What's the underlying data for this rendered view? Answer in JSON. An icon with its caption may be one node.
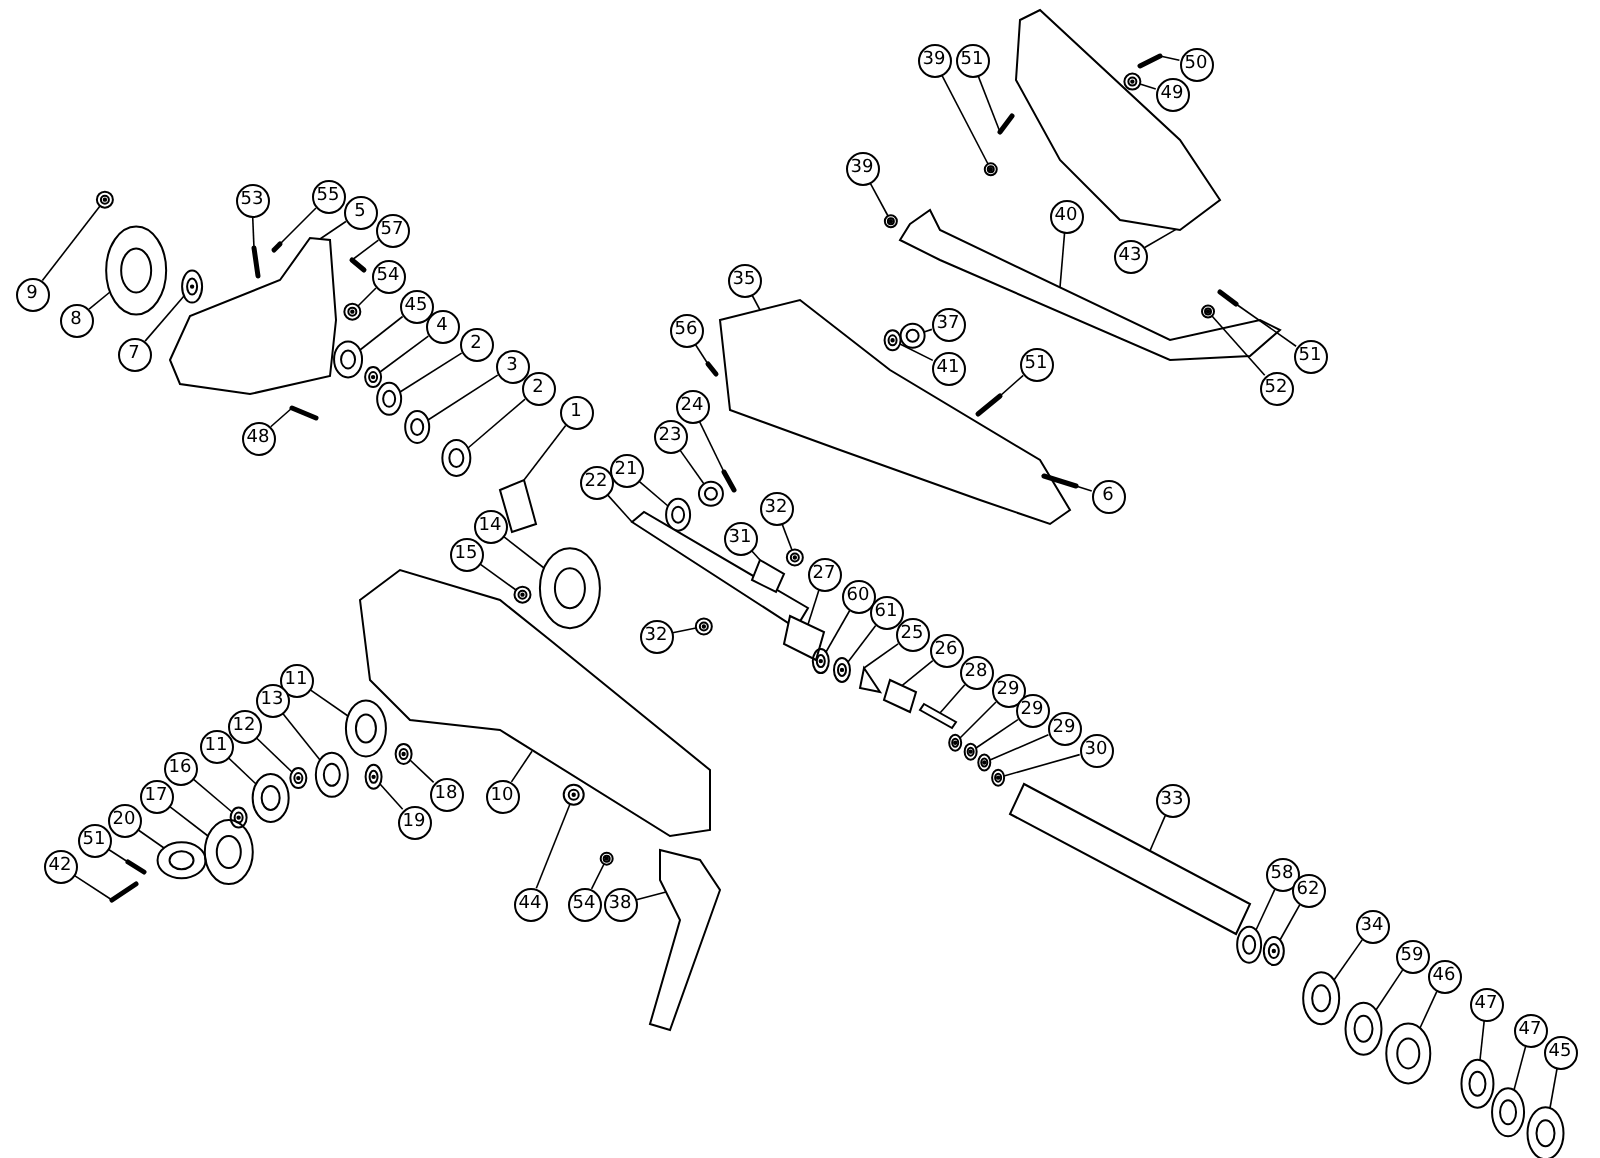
{
  "diagram": {
    "nodes": [
      {
        "text": [
          "9"
        ]
      },
      {
        "text": [
          "8"
        ]
      },
      {
        "text": [
          "7"
        ]
      },
      {
        "text": [
          "53"
        ]
      },
      {
        "text": [
          "55"
        ]
      },
      {
        "text": [
          "5"
        ]
      },
      {
        "text": [
          "57"
        ]
      },
      {
        "text": [
          "54"
        ]
      },
      {
        "text": [
          "45"
        ]
      },
      {
        "text": [
          "4"
        ]
      },
      {
        "text": [
          "2"
        ]
      },
      {
        "text": [
          "3"
        ]
      },
      {
        "text": [
          "2"
        ]
      },
      {
        "text": [
          "1"
        ]
      },
      {
        "text": [
          "48"
        ]
      },
      {
        "text": [
          "14"
        ]
      },
      {
        "text": [
          "15"
        ]
      },
      {
        "text": [
          "39"
        ]
      },
      {
        "text": [
          "51"
        ]
      },
      {
        "text": [
          "50"
        ]
      },
      {
        "text": [
          "49"
        ]
      },
      {
        "text": [
          "39"
        ]
      },
      {
        "text": [
          "40"
        ]
      },
      {
        "text": [
          "43"
        ]
      },
      {
        "text": [
          "51"
        ]
      },
      {
        "text": [
          "52"
        ]
      },
      {
        "text": [
          "35"
        ]
      },
      {
        "text": [
          "56"
        ]
      },
      {
        "text": [
          "37"
        ]
      },
      {
        "text": [
          "41"
        ]
      },
      {
        "text": [
          "51"
        ]
      },
      {
        "text": [
          "24"
        ]
      },
      {
        "text": [
          "23"
        ]
      },
      {
        "text": [
          "21"
        ]
      },
      {
        "text": [
          "22"
        ]
      },
      {
        "text": [
          "6"
        ]
      },
      {
        "text": [
          "32"
        ]
      },
      {
        "text": [
          "31"
        ]
      },
      {
        "text": [
          "32"
        ]
      },
      {
        "text": [
          "27"
        ]
      },
      {
        "text": [
          "60"
        ]
      },
      {
        "text": [
          "61"
        ]
      },
      {
        "text": [
          "25"
        ]
      },
      {
        "text": [
          "26"
        ]
      },
      {
        "text": [
          "28"
        ]
      },
      {
        "text": [
          "29"
        ]
      },
      {
        "text": [
          "29"
        ]
      },
      {
        "text": [
          "29"
        ]
      },
      {
        "text": [
          "30"
        ]
      },
      {
        "text": [
          "33"
        ]
      },
      {
        "text": [
          "11"
        ]
      },
      {
        "text": [
          "13"
        ]
      },
      {
        "text": [
          "12"
        ]
      },
      {
        "text": [
          "11"
        ]
      },
      {
        "text": [
          "16"
        ]
      },
      {
        "text": [
          "17"
        ]
      },
      {
        "text": [
          "20"
        ]
      },
      {
        "text": [
          "51"
        ]
      },
      {
        "text": [
          "42"
        ]
      },
      {
        "text": [
          "18"
        ]
      },
      {
        "text": [
          "10"
        ]
      },
      {
        "text": [
          "19"
        ]
      },
      {
        "text": [
          "44"
        ]
      },
      {
        "text": [
          "54"
        ]
      },
      {
        "text": [
          "38"
        ]
      },
      {
        "text": [
          "58"
        ]
      },
      {
        "text": [
          "62"
        ]
      },
      {
        "text": [
          "34"
        ]
      },
      {
        "text": [
          "59"
        ]
      },
      {
        "text": [
          "46"
        ]
      },
      {
        "text": [
          "47"
        ]
      },
      {
        "text": [
          "47"
        ]
      },
      {
        "text": [
          "45"
        ]
      },
      {
        "text": [],
        "shape": "picture"
      },
      {
        "text": [],
        "shape": "picture"
      },
      {
        "text": [],
        "shape": "picture"
      },
      {
        "text": [],
        "shape": "picture"
      },
      {
        "text": [],
        "shape": "picture"
      },
      {
        "text": [],
        "shape": "picture"
      },
      {
        "text": [],
        "shape": "picture"
      },
      {
        "text": [],
        "shape": "picture"
      },
      {
        "text": [],
        "shape": "picture"
      },
      {
        "text": [],
        "shape": "picture"
      },
      {
        "text": [],
        "shape": "picture"
      },
      {
        "text": [],
        "shape": "picture"
      },
      {
        "text": [],
        "shape": "picture"
      },
      {
        "text": [],
        "shape": "picture"
      },
      {
        "text": [],
        "shape": "picture"
      },
      {
        "text": [],
        "shape": "picture"
      },
      {
        "text": [],
        "shape": "picture"
      },
      {
        "text": [],
        "shape": "picture"
      },
      {
        "text": [],
        "shape": "picture"
      },
      {
        "text": [],
        "shape": "picture"
      },
      {
        "text": [],
        "shape": "picture"
      },
      {
        "text": [],
        "shape": "picture"
      },
      {
        "text": [],
        "shape": "picture"
      },
      {
        "text": [],
        "shape": "picture"
      },
      {
        "text": [],
        "shape": "picture"
      },
      {
        "text": [],
        "shape": "picture"
      },
      {
        "text": [],
        "shape": "picture"
      },
      {
        "text": [],
        "shape": "picture"
      },
      {
        "text": [],
        "shape": "picture"
      },
      {
        "text": [],
        "shape": "picture"
      },
      {
        "text": [],
        "shape": "picture"
      },
      {
        "text": [],
        "shape": "picture"
      },
      {
        "text": [],
        "shape": "picture"
      },
      {
        "text": [],
        "shape": "picture"
      },
      {
        "text": [],
        "shape": "picture"
      },
      {
        "text": [],
        "shape": "picture"
      },
      {
        "text": [],
        "shape": "picture"
      },
      {
        "text": [],
        "shape": "picture"
      },
      {
        "text": [],
        "shape": "picture"
      },
      {
        "text": [],
        "shape": "picture"
      },
      {
        "text": [],
        "shape": "picture"
      },
      {
        "text": [],
        "shape": "picture"
      },
      {
        "text": [],
        "shape": "picture"
      },
      {
        "text": [],
        "shape": "picture"
      },
      {
        "text": [],
        "shape": "picture"
      },
      {
        "text": [],
        "shape": "picture"
      },
      {
        "text": [],
        "shape": "picture"
      },
      {
        "text": [],
        "shape": "picture"
      },
      {
        "text": [],
        "shape": "picture"
      },
      {
        "text": [],
        "shape": "picture"
      },
      {
        "text": [],
        "shape": "picture"
      },
      {
        "text": [],
        "shape": "picture"
      },
      {
        "text": [],
        "shape": "picture"
      },
      {
        "text": [],
        "shape": "picture"
      },
      {
        "text": [],
        "shape": "picture"
      },
      {
        "text": [],
        "shape": "picture"
      },
      {
        "text": [],
        "shape": "picture"
      },
      {
        "text": [],
        "shape": "picture"
      },
      {
        "text": [],
        "shape": "picture"
      },
      {
        "text": [],
        "shape": "picture"
      },
      {
        "text": [],
        "shape": "picture"
      },
      {
        "text": [],
        "shape": "picture"
      },
      {
        "text": [],
        "shape": "picture"
      },
      {
        "text": [],
        "shape": "picture"
      },
      {
        "text": [],
        "shape": "picture"
      },
      {
        "text": [],
        "shape": "picture"
      },
      {
        "text": [],
        "shape": "picture"
      },
      {
        "text": [],
        "shape": "picture"
      },
      {
        "text": [],
        "shape": "picture"
      },
      {
        "text": [],
        "shape": "picture"
      },
      {
        "text": [],
        "shape": "picture"
      },
      {
        "text": [],
        "shape": "picture"
      },
      {
        "text": [],
        "shape": "picture"
      }
    ],
    "edges": [
      {
        "from": 0,
        "to": 73,
        "arrow": "none"
      },
      {
        "from": 1,
        "to": 74,
        "arrow": "none"
      },
      {
        "from": 2,
        "to": 75,
        "arrow": "none"
      },
      {
        "from": 3,
        "to": 76,
        "arrow": "none"
      },
      {
        "from": 4,
        "to": 77,
        "arrow": "none"
      },
      {
        "from": 5,
        "to": 78,
        "arrow": "none"
      },
      {
        "from": 6,
        "to": 79,
        "arrow": "none"
      },
      {
        "from": 7,
        "to": 80,
        "arrow": "none"
      },
      {
        "from": 8,
        "to": 81,
        "arrow": "none"
      },
      {
        "from": 9,
        "to": 82,
        "arrow": "none"
      },
      {
        "from": 10,
        "to": 83,
        "arrow": "none"
      },
      {
        "from": 11,
        "to": 84,
        "arrow": "none"
      },
      {
        "from": 12,
        "to": 85,
        "arrow": "none"
      },
      {
        "from": 13,
        "to": 86,
        "arrow": "none"
      },
      {
        "from": 14,
        "to": 87,
        "arrow": "none"
      },
      {
        "from": 15,
        "to": 88,
        "arrow": "none"
      },
      {
        "from": 16,
        "to": 89,
        "arrow": "none"
      },
      {
        "from": 17,
        "to": 90,
        "arrow": "none"
      },
      {
        "from": 18,
        "to": 91,
        "arrow": "none"
      },
      {
        "from": 19,
        "to": 92,
        "arrow": "none"
      },
      {
        "from": 20,
        "to": 93,
        "arrow": "none"
      },
      {
        "from": 21,
        "to": 94,
        "arrow": "none"
      },
      {
        "from": 22,
        "to": 95,
        "arrow": "none"
      },
      {
        "from": 23,
        "to": 96,
        "arrow": "none"
      },
      {
        "from": 24,
        "to": 97,
        "arrow": "none"
      },
      {
        "from": 25,
        "to": 98,
        "arrow": "none"
      },
      {
        "from": 26,
        "to": 99,
        "arrow": "none"
      },
      {
        "from": 27,
        "to": 100,
        "arrow": "none"
      },
      {
        "from": 28,
        "to": 101,
        "arrow": "none"
      },
      {
        "from": 29,
        "to": 102,
        "arrow": "none"
      },
      {
        "from": 30,
        "to": 103,
        "arrow": "none"
      },
      {
        "from": 31,
        "to": 104,
        "arrow": "none"
      },
      {
        "from": 32,
        "to": 105,
        "arrow": "none"
      },
      {
        "from": 33,
        "to": 106,
        "arrow": "none"
      },
      {
        "from": 34,
        "to": 107,
        "arrow": "none"
      },
      {
        "from": 35,
        "to": 108,
        "arrow": "none"
      },
      {
        "from": 36,
        "to": 109,
        "arrow": "none"
      },
      {
        "from": 37,
        "to": 110,
        "arrow": "none"
      },
      {
        "from": 38,
        "to": 111,
        "arrow": "none"
      },
      {
        "from": 39,
        "to": 112,
        "arrow": "none"
      },
      {
        "from": 40,
        "to": 113,
        "arrow": "none"
      },
      {
        "from": 41,
        "to": 114,
        "arrow": "none"
      },
      {
        "from": 42,
        "to": 115,
        "arrow": "none"
      },
      {
        "from": 43,
        "to": 116,
        "arrow": "none"
      },
      {
        "from": 44,
        "to": 117,
        "arrow": "none"
      },
      {
        "from": 45,
        "to": 118,
        "arrow": "none"
      },
      {
        "from": 46,
        "to": 119,
        "arrow": "none"
      },
      {
        "from": 47,
        "to": 120,
        "arrow": "none"
      },
      {
        "from": 48,
        "to": 121,
        "arrow": "none"
      },
      {
        "from": 49,
        "to": 122,
        "arrow": "none"
      },
      {
        "from": 50,
        "to": 123,
        "arrow": "none"
      },
      {
        "from": 51,
        "to": 124,
        "arrow": "none"
      },
      {
        "from": 52,
        "to": 125,
        "arrow": "none"
      },
      {
        "from": 53,
        "to": 126,
        "arrow": "none"
      },
      {
        "from": 54,
        "to": 127,
        "arrow": "none"
      },
      {
        "from": 55,
        "to": 128,
        "arrow": "none"
      },
      {
        "from": 56,
        "to": 129,
        "arrow": "none"
      },
      {
        "from": 57,
        "to": 130,
        "arrow": "none"
      },
      {
        "from": 58,
        "to": 131,
        "arrow": "none"
      },
      {
        "from": 59,
        "to": 132,
        "arrow": "none"
      },
      {
        "from": 60,
        "to": 133,
        "arrow": "none"
      },
      {
        "from": 61,
        "to": 134,
        "arrow": "none"
      },
      {
        "from": 62,
        "to": 135,
        "arrow": "none"
      },
      {
        "from": 63,
        "to": 136,
        "arrow": "none"
      },
      {
        "from": 64,
        "to": 137,
        "arrow": "none"
      },
      {
        "from": 65,
        "to": 138,
        "arrow": "none"
      },
      {
        "from": 66,
        "to": 139,
        "arrow": "none"
      },
      {
        "from": 67,
        "to": 140,
        "arrow": "none"
      },
      {
        "from": 68,
        "to": 141,
        "arrow": "none"
      },
      {
        "from": 69,
        "to": 142,
        "arrow": "none"
      },
      {
        "from": 70,
        "to": 143,
        "arrow": "none"
      },
      {
        "from": 71,
        "to": 144,
        "arrow": "none"
      },
      {
        "from": 72,
        "to": 145,
        "arrow": "none"
      }
    ]
  }
}
